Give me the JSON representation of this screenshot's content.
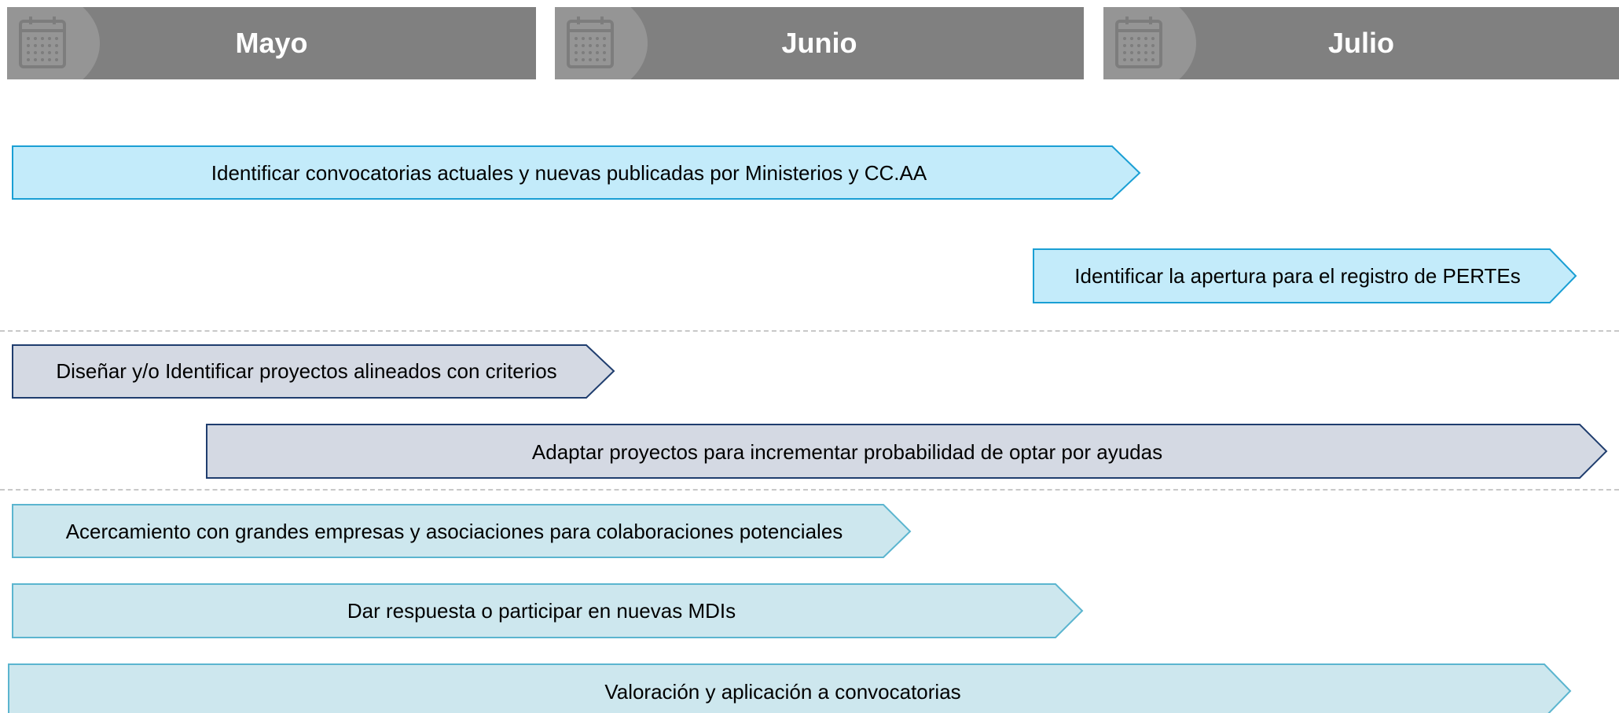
{
  "months": [
    "Mayo",
    "Junio",
    "Julio"
  ],
  "header_icon": "calendar-icon",
  "tasks": [
    {
      "label": "Identificar convocatorias actuales y nuevas publicadas por Ministerios y CC.AA",
      "fill": "#c3ebfa",
      "stroke": "#1a9fd4"
    },
    {
      "label": "Identificar la apertura para el registro de PERTEs",
      "fill": "#c3ebfa",
      "stroke": "#1a9fd4"
    },
    {
      "label": "Diseñar y/o Identificar proyectos alineados con criterios",
      "fill": "#d4d9e3",
      "stroke": "#1f3d6e"
    },
    {
      "label": "Adaptar proyectos para incrementar probabilidad de optar por ayudas",
      "fill": "#d4d9e3",
      "stroke": "#1f3d6e"
    },
    {
      "label": "Acercamiento con grandes empresas y asociaciones para colaboraciones potenciales",
      "fill": "#cde7ee",
      "stroke": "#5bb5cf"
    },
    {
      "label": "Dar respuesta o participar en nuevas MDIs",
      "fill": "#cde7ee",
      "stroke": "#5bb5cf"
    },
    {
      "label": "Valoración y aplicación a convocatorias",
      "fill": "#cde7ee",
      "stroke": "#5bb5cf"
    }
  ]
}
